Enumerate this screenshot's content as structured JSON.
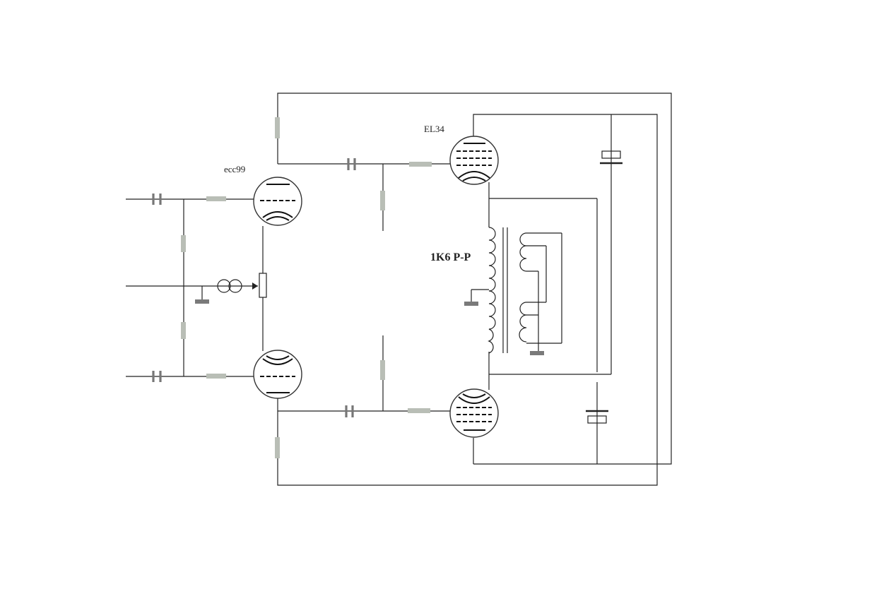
{
  "labels": {
    "preamp_tube": "ecc99",
    "power_tube": "EL34",
    "transformer": "1K6 P-P"
  },
  "colors": {
    "wire": "#222222",
    "resistor": "#b9beb6",
    "capacitor": "#777777",
    "ground": "#7a7a7a"
  }
}
